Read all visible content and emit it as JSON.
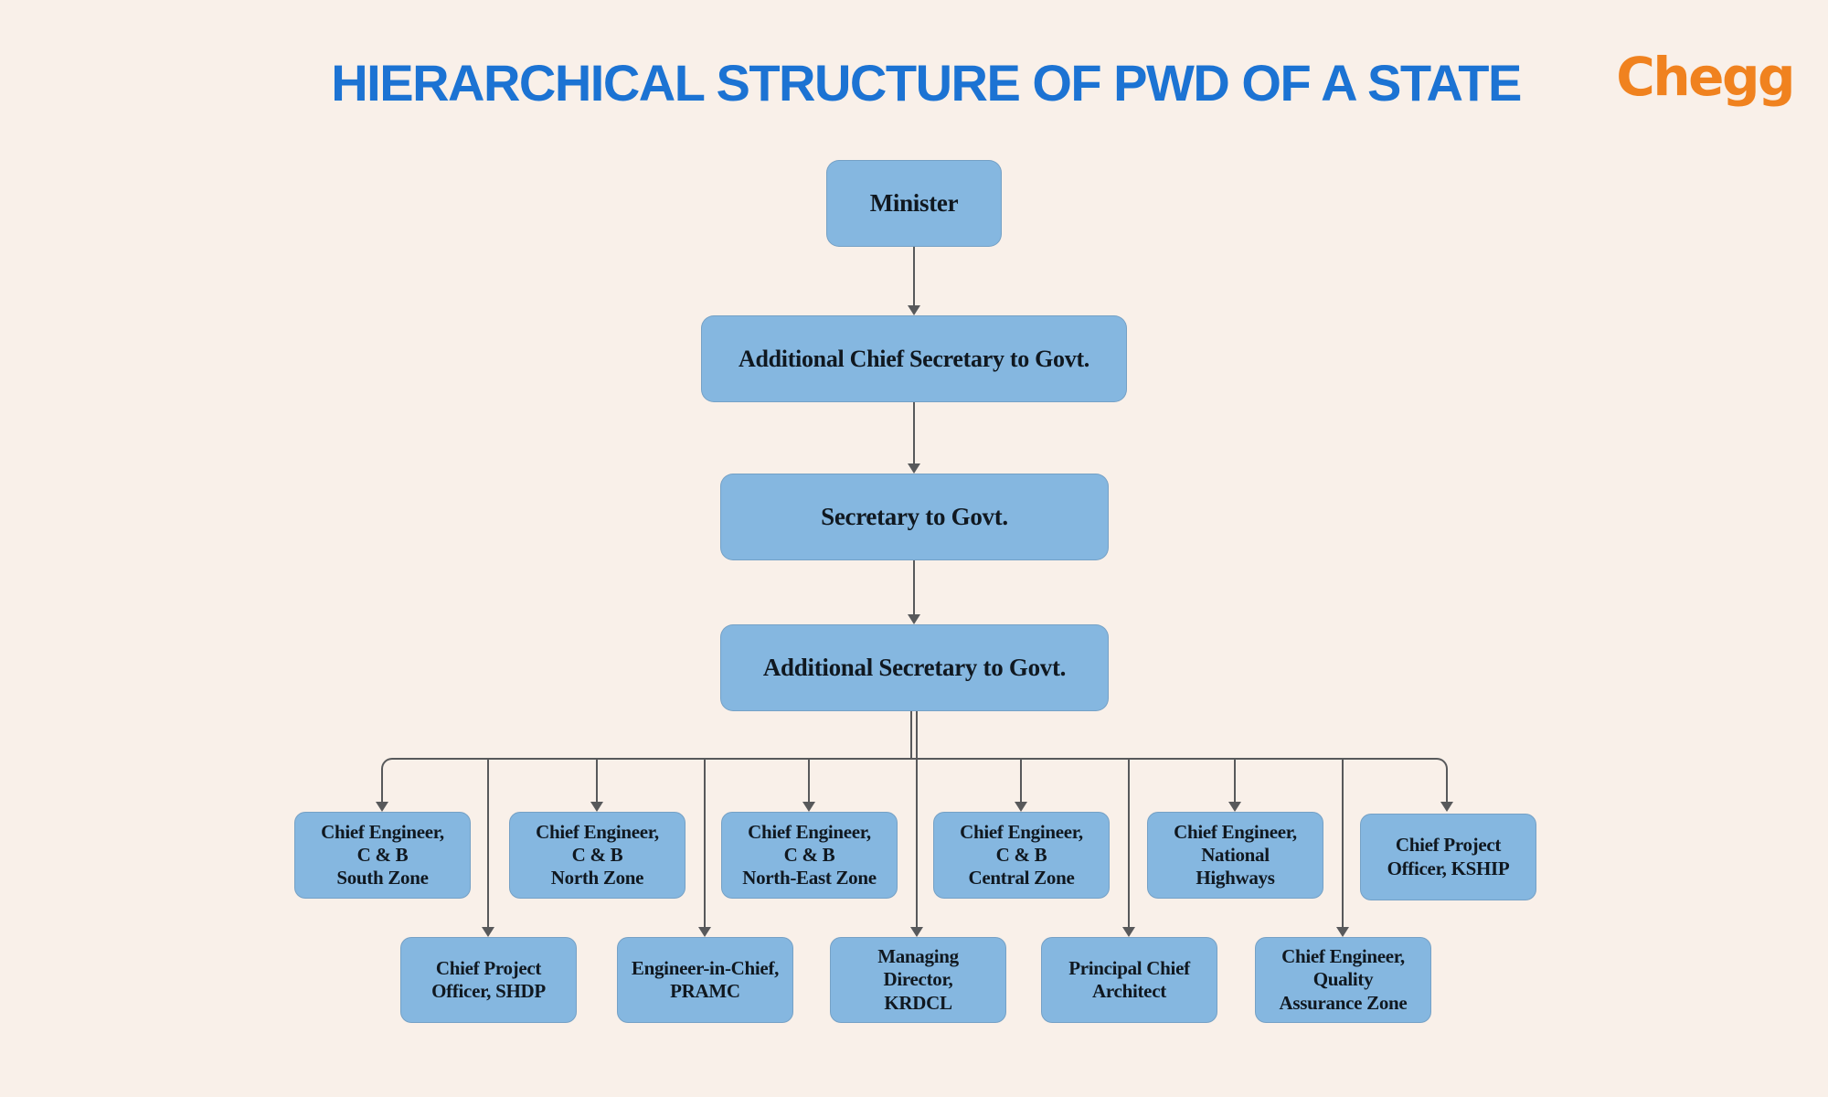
{
  "header": {
    "title": "HIERARCHICAL STRUCTURE OF PWD OF A STATE",
    "brand": "Chegg"
  },
  "colors": {
    "background": "#f9f0e9",
    "title": "#1c73d3",
    "brand": "#f0821f",
    "node_fill": "#85b7e0",
    "node_text": "#101820",
    "connector": "#58595b"
  },
  "org": {
    "levels": [
      {
        "id": "minister",
        "label": "Minister"
      },
      {
        "id": "additional-chief-secretary",
        "label": "Additional Chief Secretary to Govt."
      },
      {
        "id": "secretary",
        "label": "Secretary to Govt."
      },
      {
        "id": "additional-secretary",
        "label": "Additional Secretary to Govt."
      }
    ],
    "row1": [
      {
        "label": "Chief Engineer,\nC & B\nSouth Zone"
      },
      {
        "label": "Chief Engineer,\nC & B\nNorth Zone"
      },
      {
        "label": "Chief Engineer,\nC & B\nNorth-East Zone"
      },
      {
        "label": "Chief Engineer,\nC & B\nCentral Zone"
      },
      {
        "label": "Chief Engineer,\nNational\nHighways"
      },
      {
        "label": "Chief Project\nOfficer, KSHIP"
      }
    ],
    "row2": [
      {
        "label": "Chief Project\nOfficer, SHDP"
      },
      {
        "label": "Engineer-in-Chief,\nPRAMC"
      },
      {
        "label": "Managing\nDirector,\nKRDCL"
      },
      {
        "label": "Principal Chief\nArchitect"
      },
      {
        "label": "Chief Engineer,\nQuality\nAssurance Zone"
      }
    ]
  }
}
